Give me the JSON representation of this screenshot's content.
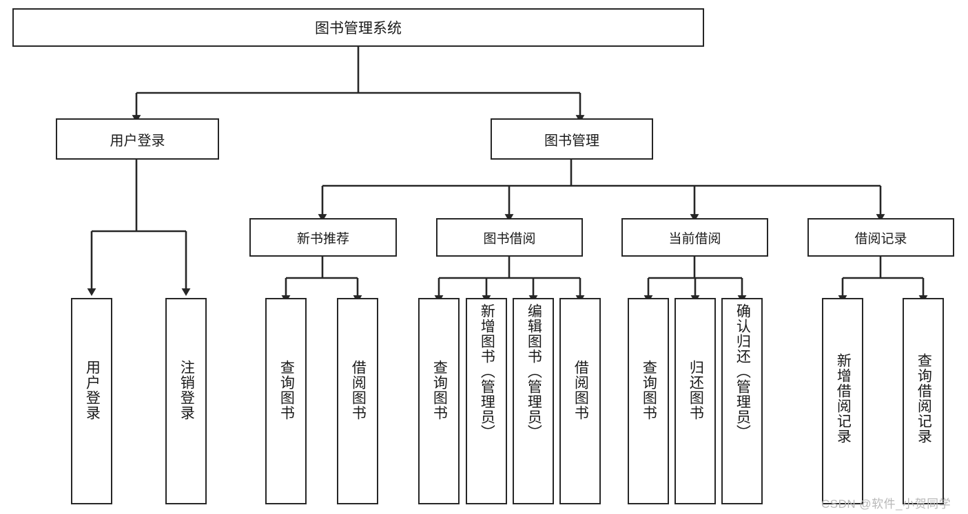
{
  "diagram": {
    "type": "tree-hierarchy",
    "title": "图书管理系统",
    "root": {
      "id": "root",
      "label": "图书管理系统"
    },
    "level1": [
      {
        "id": "user-login",
        "label": "用户登录"
      },
      {
        "id": "book-manage",
        "label": "图书管理"
      }
    ],
    "level2": [
      {
        "id": "new-book-recommend",
        "label": "新书推荐",
        "parent": "book-manage"
      },
      {
        "id": "book-borrow",
        "label": "图书借阅",
        "parent": "book-manage"
      },
      {
        "id": "current-borrow",
        "label": "当前借阅",
        "parent": "book-manage"
      },
      {
        "id": "borrow-record",
        "label": "借阅记录",
        "parent": "book-manage"
      }
    ],
    "leaves": [
      {
        "id": "leaf-user-login",
        "label": "用户登录",
        "parent": "user-login"
      },
      {
        "id": "leaf-user-logout",
        "label": "注销登录",
        "parent": "user-login"
      },
      {
        "id": "leaf-query-book-1",
        "label": "查询图书",
        "parent": "new-book-recommend"
      },
      {
        "id": "leaf-borrow-book-1",
        "label": "借阅图书",
        "parent": "new-book-recommend"
      },
      {
        "id": "leaf-query-book-2",
        "label": "查询图书",
        "parent": "book-borrow"
      },
      {
        "id": "leaf-add-book",
        "label": "新增图书（管理员）",
        "parent": "book-borrow"
      },
      {
        "id": "leaf-edit-book",
        "label": "编辑图书（管理员）",
        "parent": "book-borrow"
      },
      {
        "id": "leaf-borrow-book-2",
        "label": "借阅图书",
        "parent": "book-borrow"
      },
      {
        "id": "leaf-query-book-3",
        "label": "查询图书",
        "parent": "current-borrow"
      },
      {
        "id": "leaf-return-book",
        "label": "归还图书",
        "parent": "current-borrow"
      },
      {
        "id": "leaf-confirm-return",
        "label": "确认归还（管理员）",
        "parent": "current-borrow"
      },
      {
        "id": "leaf-add-record",
        "label": "新增借阅记录",
        "parent": "borrow-record"
      },
      {
        "id": "leaf-query-record",
        "label": "查询借阅记录",
        "parent": "borrow-record"
      }
    ]
  },
  "watermark": {
    "text": "CSDN @软件_小贺同学"
  },
  "colors": {
    "border": "#262626",
    "background": "#ffffff",
    "text": "#1a1a1a",
    "watermark": "#b8b8b8"
  }
}
